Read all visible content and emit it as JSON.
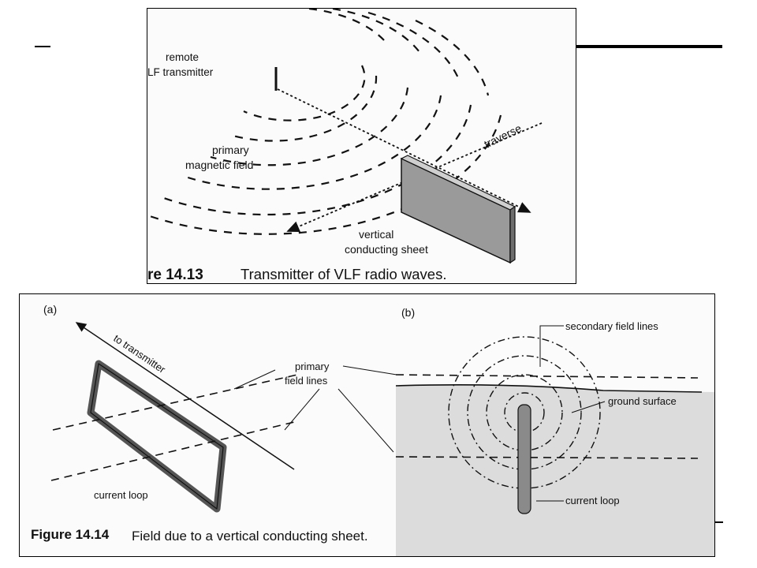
{
  "colors": {
    "ink": "#111111",
    "sheet": "#8c8c8c",
    "ground": "#d6d6d6"
  },
  "figure_14_13": {
    "label_transmitter_line1": "remote",
    "label_transmitter_line2": "LF transmitter",
    "label_traverse": "traverse",
    "label_field_line1": "primary",
    "label_field_line2": "magnetic field",
    "label_sheet_line1": "vertical",
    "label_sheet_line2": "conducting sheet",
    "caption_prefix": "re 14.13",
    "caption_text": "Transmitter of VLF radio waves."
  },
  "figure_14_14": {
    "panel_a_label": "(a)",
    "panel_b_label": "(b)",
    "label_to_transmitter": "to transmitter",
    "label_primary_line1": "primary",
    "label_primary_line2": "field lines",
    "label_current_loop_a": "current loop",
    "label_secondary": "secondary field lines",
    "label_ground": "ground surface",
    "label_current_loop_b": "current loop",
    "caption_prefix": "Figure 14.14",
    "caption_text": "Field due to a vertical conducting sheet."
  }
}
